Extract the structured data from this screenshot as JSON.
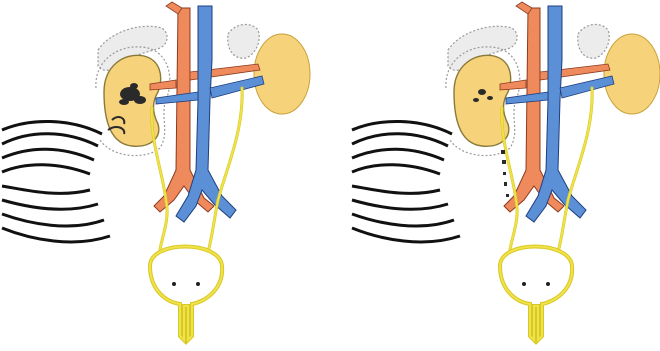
{
  "figure": {
    "panels": [
      {
        "id": "left",
        "shockwave_arcs": 8,
        "stone_state": "intact-cluster"
      },
      {
        "id": "right",
        "shockwave_arcs": 8,
        "stone_state": "fragmented-in-ureter"
      }
    ],
    "colors": {
      "artery": "#ef8a5c",
      "vein": "#5b8fd6",
      "kidney": "#f6d27a",
      "kidney_outline": "#c9a23c",
      "ureter_bladder": "#f0e34a",
      "adrenal": "#cfcfcf",
      "shockwave": "#111111",
      "stone": "#2a2a2a"
    },
    "icons": [
      "shockwave-arcs",
      "kidney",
      "aorta",
      "vena-cava",
      "ureter",
      "bladder",
      "kidney-stone"
    ]
  }
}
